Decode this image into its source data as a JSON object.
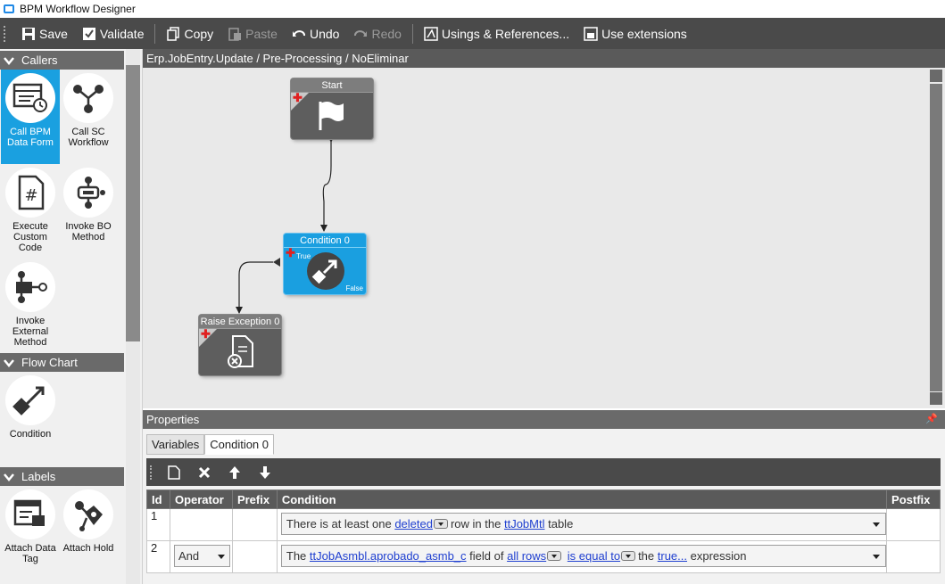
{
  "window": {
    "title": "BPM Workflow Designer"
  },
  "toolbar": {
    "save": "Save",
    "validate": "Validate",
    "copy": "Copy",
    "paste": "Paste",
    "undo": "Undo",
    "redo": "Redo",
    "usings": "Usings & References...",
    "extensions": "Use extensions"
  },
  "palette": {
    "callers": {
      "title": "Callers",
      "items": [
        "Call BPM Data Form",
        "Call SC Workflow",
        "Execute Custom Code",
        "Invoke BO Method",
        "Invoke External Method"
      ]
    },
    "flow_chart": {
      "title": "Flow Chart",
      "items": [
        "Condition"
      ]
    },
    "labels": {
      "title": "Labels",
      "items": [
        "Attach Data Tag",
        "Attach Hold"
      ]
    }
  },
  "breadcrumb": "Erp.JobEntry.Update / Pre-Processing / NoEliminar",
  "nodes": {
    "start": {
      "title": "Start"
    },
    "condition": {
      "title": "Condition 0",
      "true_label": "True",
      "false_label": "False"
    },
    "raise": {
      "title": "Raise Exception 0"
    }
  },
  "properties": {
    "title": "Properties",
    "tabs": [
      "Variables",
      "Condition 0"
    ],
    "columns": [
      "Id",
      "Operator",
      "Prefix",
      "Condition",
      "Postfix"
    ],
    "rows": [
      {
        "id": "1",
        "operator": "",
        "condition": {
          "t1": "There is at least one ",
          "l1": "deleted",
          "t2": " row in the ",
          "l2": "ttJobMtl",
          "t3": " table"
        }
      },
      {
        "id": "2",
        "operator": "And",
        "condition": {
          "t1": "The ",
          "l1": "ttJobAsmbl.aprobado_asmb_c",
          "t2": " field of ",
          "l2": "all rows",
          "t3": " ",
          "l3": "is equal to",
          "t4": " the ",
          "l4": "true...",
          "t5": " expression"
        }
      }
    ]
  },
  "colors": {
    "accent": "#1aa0e0",
    "toolbar": "#4a4a4a",
    "link": "#2040d0",
    "plus": "#e02020"
  }
}
